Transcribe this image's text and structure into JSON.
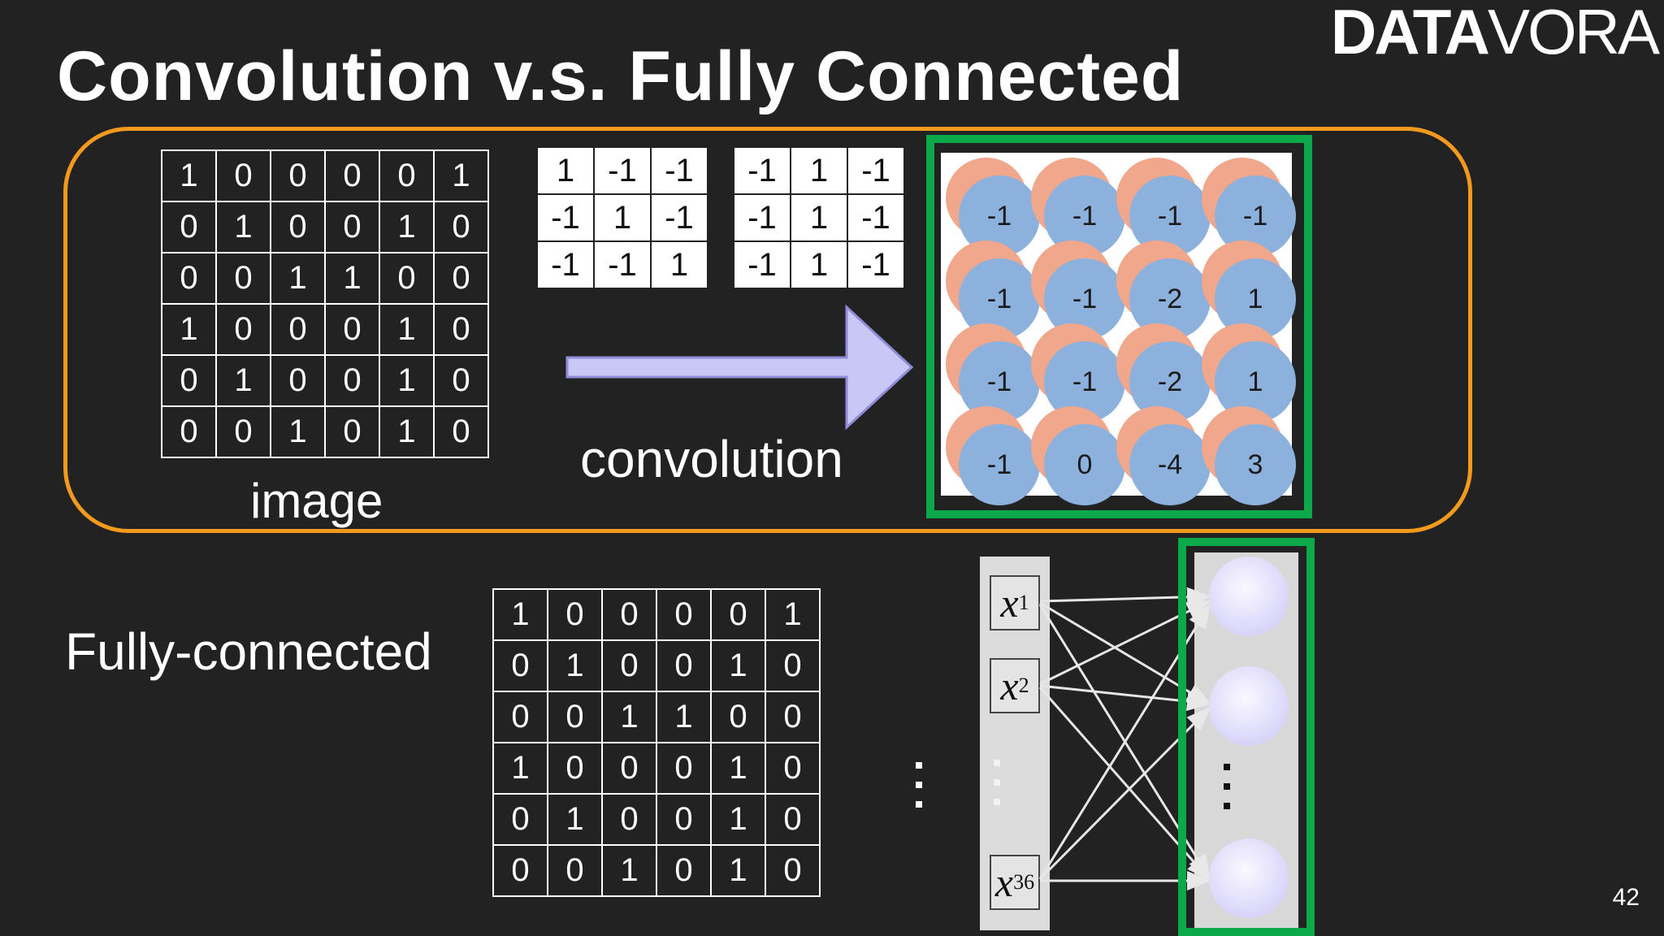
{
  "title": "Convolution v.s. Fully Connected",
  "logo": {
    "bold": "DATA",
    "light": "VORA"
  },
  "image_matrix": [
    [
      "1",
      "0",
      "0",
      "0",
      "0",
      "1"
    ],
    [
      "0",
      "1",
      "0",
      "0",
      "1",
      "0"
    ],
    [
      "0",
      "0",
      "1",
      "1",
      "0",
      "0"
    ],
    [
      "1",
      "0",
      "0",
      "0",
      "1",
      "0"
    ],
    [
      "0",
      "1",
      "0",
      "0",
      "1",
      "0"
    ],
    [
      "0",
      "0",
      "1",
      "0",
      "1",
      "0"
    ]
  ],
  "filter1": [
    [
      "1",
      "-1",
      "-1"
    ],
    [
      "-1",
      "1",
      "-1"
    ],
    [
      "-1",
      "-1",
      "1"
    ]
  ],
  "filter2": [
    [
      "-1",
      "1",
      "-1"
    ],
    [
      "-1",
      "1",
      "-1"
    ],
    [
      "-1",
      "1",
      "-1"
    ]
  ],
  "labels": {
    "image": "image",
    "convolution": "convolution",
    "fully_connected": "Fully-connected"
  },
  "feature_map": [
    [
      "-1",
      "-1",
      "-1",
      "-1"
    ],
    [
      "-1",
      "-1",
      "-2",
      "1"
    ],
    [
      "-1",
      "-1",
      "-2",
      "1"
    ],
    [
      "-1",
      "0",
      "-4",
      "3"
    ]
  ],
  "fc_matrix": [
    [
      "1",
      "0",
      "0",
      "0",
      "0",
      "1"
    ],
    [
      "0",
      "1",
      "0",
      "0",
      "1",
      "0"
    ],
    [
      "0",
      "0",
      "1",
      "1",
      "0",
      "0"
    ],
    [
      "1",
      "0",
      "0",
      "0",
      "1",
      "0"
    ],
    [
      "0",
      "1",
      "0",
      "0",
      "1",
      "0"
    ],
    [
      "0",
      "0",
      "1",
      "0",
      "1",
      "0"
    ]
  ],
  "inputs": [
    {
      "var": "x",
      "sub": "1"
    },
    {
      "var": "x",
      "sub": "2"
    },
    {
      "var": "x",
      "sub": "36"
    }
  ],
  "slide_number": "42",
  "colors": {
    "background": "#222222",
    "conv_outline": "#F39A1E",
    "highlight": "#0BA94A",
    "arrow": "#C9C7F5",
    "neuron": "#D9D5FA",
    "feature_pink": "#F0A78C",
    "feature_blue": "#8CB1DD"
  }
}
